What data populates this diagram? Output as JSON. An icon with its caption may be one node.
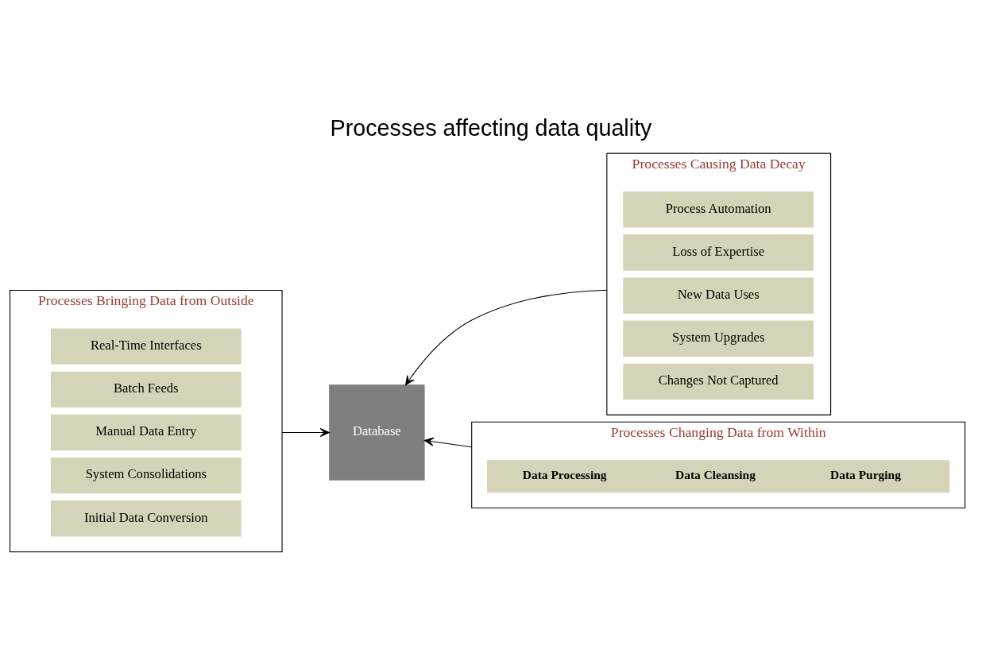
{
  "diagram": {
    "title": "Processes affecting data quality",
    "nodes": [
      {
        "text": [
          "Processes Bringing Data from Outside"
        ]
      },
      {
        "text": [
          "Initial Data Conversion"
        ],
        "in": 0
      },
      {
        "text": [
          "System Consolidations"
        ],
        "in": 0
      },
      {
        "text": [
          "Manual Data Entry"
        ],
        "in": 0
      },
      {
        "text": [
          "Batch Feeds"
        ],
        "in": 0
      },
      {
        "text": [
          "Real-Time Interfaces"
        ],
        "in": 0
      },
      {
        "text": [
          "Database"
        ]
      },
      {
        "text": [
          "Processes Causing Data Decay"
        ]
      },
      {
        "text": [
          "Changes Not Captured"
        ],
        "in": 7
      },
      {
        "text": [
          "System Upgrades"
        ],
        "in": 7
      },
      {
        "text": [
          "New Data Uses"
        ],
        "in": 7
      },
      {
        "text": [
          "Loss of Expertise"
        ],
        "in": 7
      },
      {
        "text": [
          "Process Automation"
        ],
        "in": 7
      },
      {
        "text": [
          "Processes Changing Data from Within"
        ]
      },
      {
        "text": [
          "Data Processing",
          "Data Cleansing",
          "Data Purging"
        ],
        "in": 13
      }
    ],
    "edges": [
      {
        "from": 0,
        "to": 6,
        "arrow": "to"
      },
      {
        "from": 7,
        "to": 6,
        "arrow": "to"
      },
      {
        "from": 13,
        "to": 6,
        "arrow": "to"
      }
    ]
  }
}
